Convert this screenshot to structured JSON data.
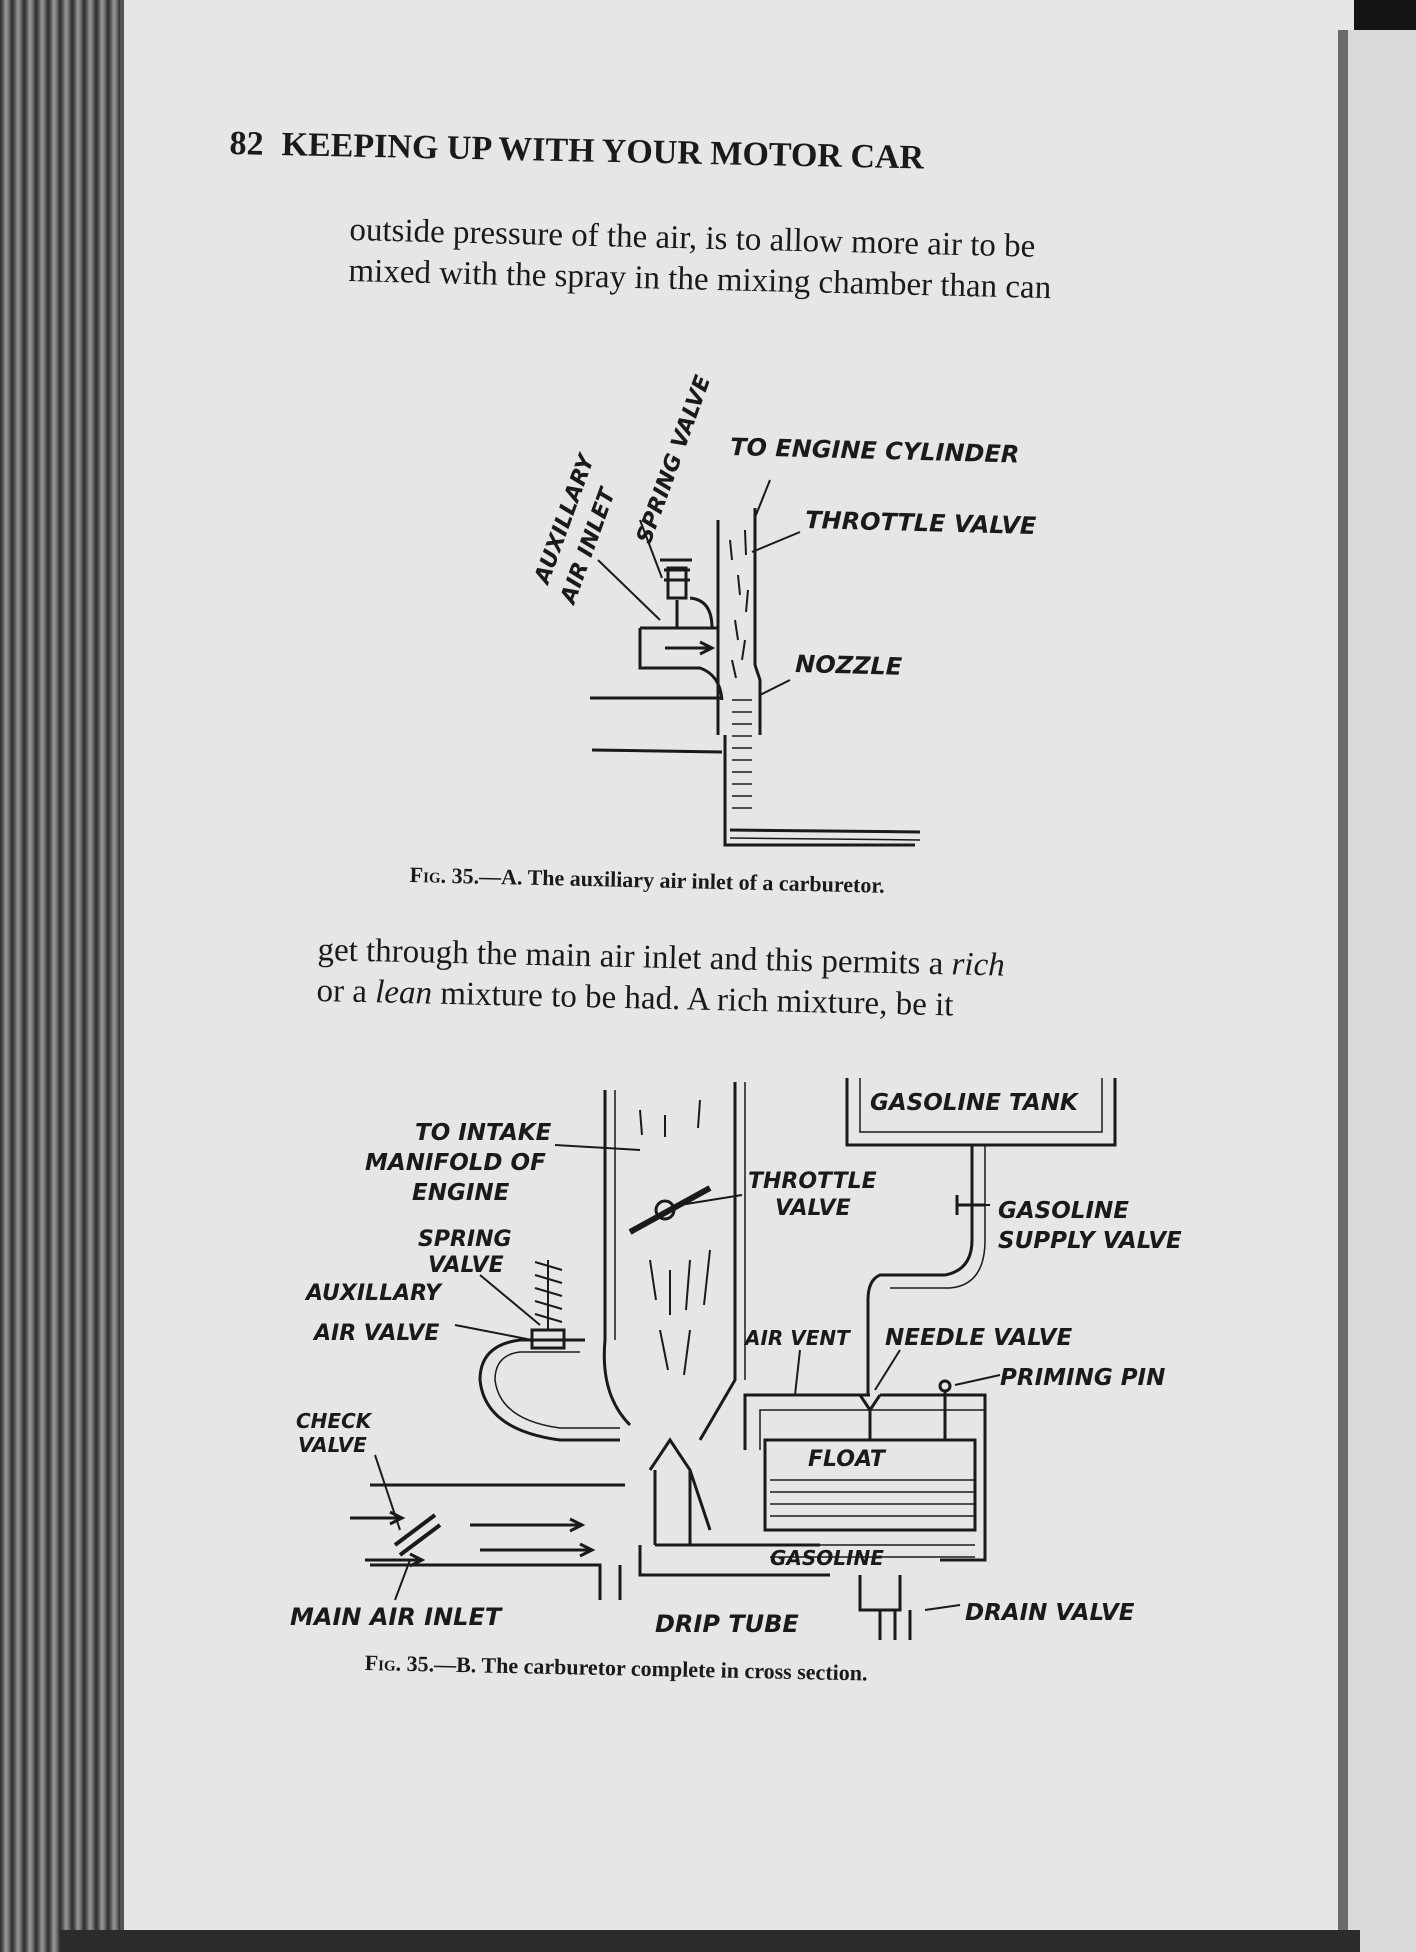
{
  "page": {
    "number": "82",
    "running_head": "KEEPING UP WITH YOUR MOTOR CAR"
  },
  "paragraphs": {
    "p1": {
      "lines": [
        "outside pressure of the air, is to allow more air to be",
        "mixed with the spray in the mixing chamber than can"
      ]
    },
    "p2": {
      "line1_pre": "get through the main air inlet and this permits a ",
      "line1_em": "rich",
      "line2_pre": "or a ",
      "line2_em": "lean",
      "line2_post": " mixture to be had.  A rich mixture, be it"
    }
  },
  "figure_a": {
    "caption_prefix": "Fig.",
    "caption_text": " 35.—A. The auxiliary air inlet of a carburetor.",
    "labels": {
      "auxiliary_air_inlet_1": "AUXILLARY",
      "auxiliary_air_inlet_2": "AIR INLET",
      "spring_valve": "SPRING VALVE",
      "to_engine_cylinder": "TO ENGINE CYLINDER",
      "throttle_valve": "THROTTLE VALVE",
      "nozzle": "NOZZLE"
    }
  },
  "figure_b": {
    "caption_prefix": "Fig.",
    "caption_text": " 35.—B. The carburetor complete in cross section.",
    "labels": {
      "to_intake_1": "TO INTAKE",
      "to_intake_2": "MANIFOLD OF",
      "to_intake_3": "ENGINE",
      "spring_valve_1": "SPRING",
      "spring_valve_2": "VALVE",
      "auxiliary_air_valve_1": "AUXILLARY",
      "auxiliary_air_valve_2": "AIR VALVE",
      "check_valve_1": "CHECK",
      "check_valve_2": "VALVE",
      "main_air_inlet": "MAIN AIR INLET",
      "drip_tube": "DRIP TUBE",
      "throttle_valve_1": "THROTTLE",
      "throttle_valve_2": "VALVE",
      "gasoline_tank": "GASOLINE TANK",
      "gasoline_supply_valve_1": "GASOLINE",
      "gasoline_supply_valve_2": "SUPPLY VALVE",
      "air_vent": "AIR VENT",
      "needle_valve": "NEEDLE VALVE",
      "priming_pin": "PRIMING PIN",
      "float": "FLOAT",
      "gasoline": "GASOLINE",
      "drain_valve": "DRAIN VALVE"
    }
  }
}
